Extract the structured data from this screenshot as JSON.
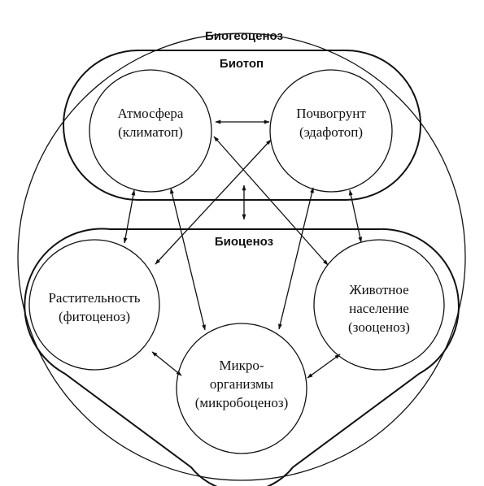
{
  "titles": {
    "biogeocenosis": "Биогеоценоз",
    "biotope": "Биотоп",
    "biocenosis": "Биоценоз"
  },
  "nodes": {
    "atmosphere": {
      "line1": "Атмосфера",
      "line2": "(климатоп)"
    },
    "soil": {
      "line1": "Почвогрунт",
      "line2": "(эдафотоп)"
    },
    "plants": {
      "line1": "Растительность",
      "line2": "(фитоценоз)"
    },
    "animals": {
      "line1": "Животное",
      "line2": "население",
      "line3": "(зооценоз)"
    },
    "microbes": {
      "line1": "Микро-",
      "line2": "организмы",
      "line3": "(микробоценоз)"
    }
  }
}
